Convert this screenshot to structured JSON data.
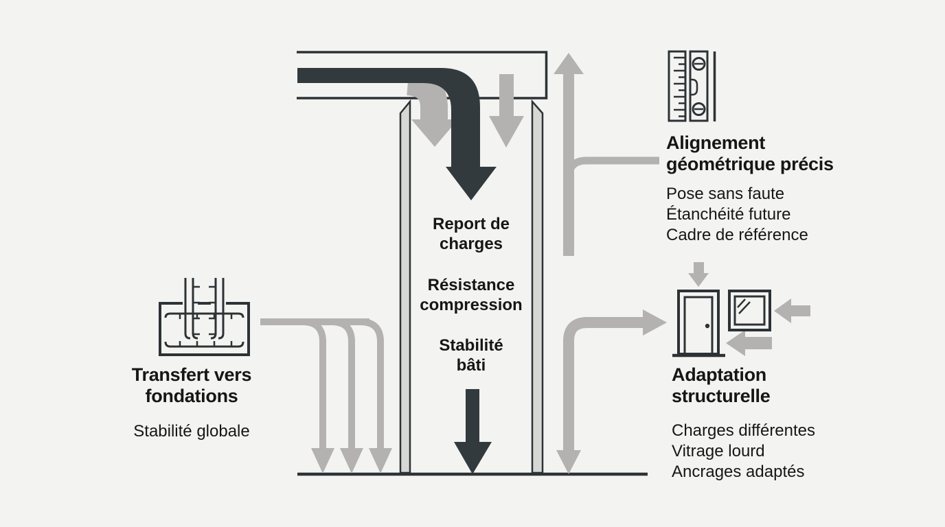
{
  "colors": {
    "background": "#f3f3f1",
    "ink": "#2c3235",
    "dark_arrow": "#333a3d",
    "gray_arrow": "#b3b2b0",
    "column_strip": "#d7d7d5",
    "text": "#161616"
  },
  "column": {
    "label_1": "Report de\ncharges",
    "label_2": "Résistance\ncompression",
    "label_3": "Stabilité\nbâti"
  },
  "left_note": {
    "title": "Transfert vers\nfondations",
    "item_1": "Stabilité globale"
  },
  "top_right_note": {
    "title": "Alignement\ngéométrique précis",
    "item_1": "Pose sans faute",
    "item_2": "Étanchéité future",
    "item_3": "Cadre de référence"
  },
  "bottom_right_note": {
    "title": "Adaptation\nstructurelle",
    "item_1": "Charges différentes",
    "item_2": "Vitrage lourd",
    "item_3": "Ancrages adaptés"
  },
  "icons": {
    "top_right": [
      "ruler-icon",
      "level-icon"
    ],
    "left": "foundation-rebar-icon",
    "bottom_right": [
      "door-icon",
      "window-icon"
    ]
  }
}
